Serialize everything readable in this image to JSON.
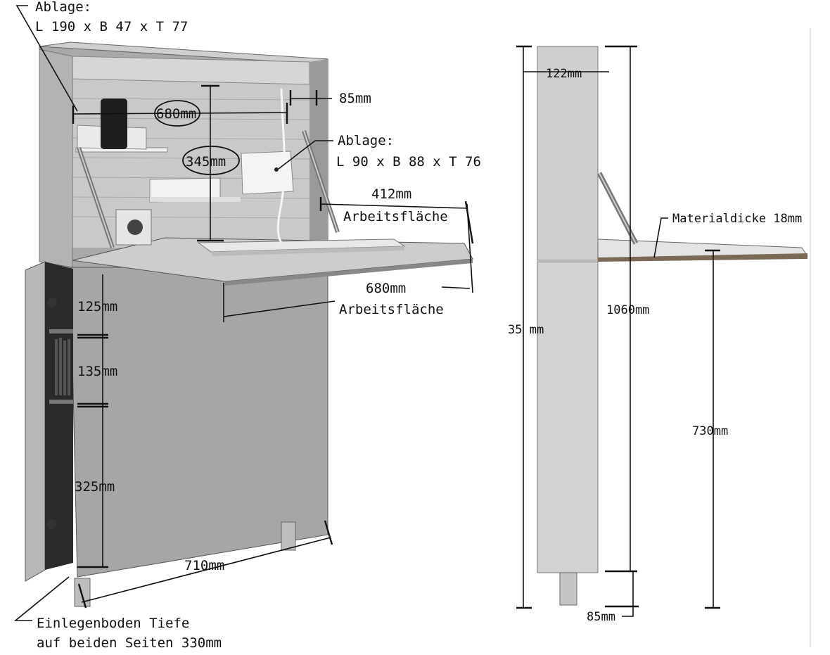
{
  "labels": {
    "ablage_top_title": "Ablage:",
    "ablage_top_dims": "L 190 x B 47 x T 77",
    "ablage_mid_title": "Ablage:",
    "ablage_mid_dims": "L 90 x B 88 x T 76",
    "width_inner": "680mm",
    "depth_shelf": "85mm",
    "height_inner": "345mm",
    "work_depth_value": "412mm",
    "work_depth_label": "Arbeitsfläche",
    "work_width_value": "680mm",
    "work_width_label": "Arbeitsfläche",
    "shelf_125": "125mm",
    "shelf_135": "135mm",
    "shelf_325": "325mm",
    "base_width": "710mm",
    "shelf_depth_line1": "Einlegenboden Tiefe",
    "shelf_depth_line2": "auf beiden Seiten 330mm",
    "side_depth": "122mm",
    "total_height": "35 mm",
    "height_1060": "1060mm",
    "material": "Materialdicke 18mm",
    "desk_height": "730mm",
    "leg_height": "85mm"
  },
  "colors": {
    "cabinet": "#b9b9b9",
    "cabinet_dark": "#8e8e8e",
    "interior": "#c9c9c9",
    "white_part": "#f2f2f2",
    "line": "#111111"
  }
}
